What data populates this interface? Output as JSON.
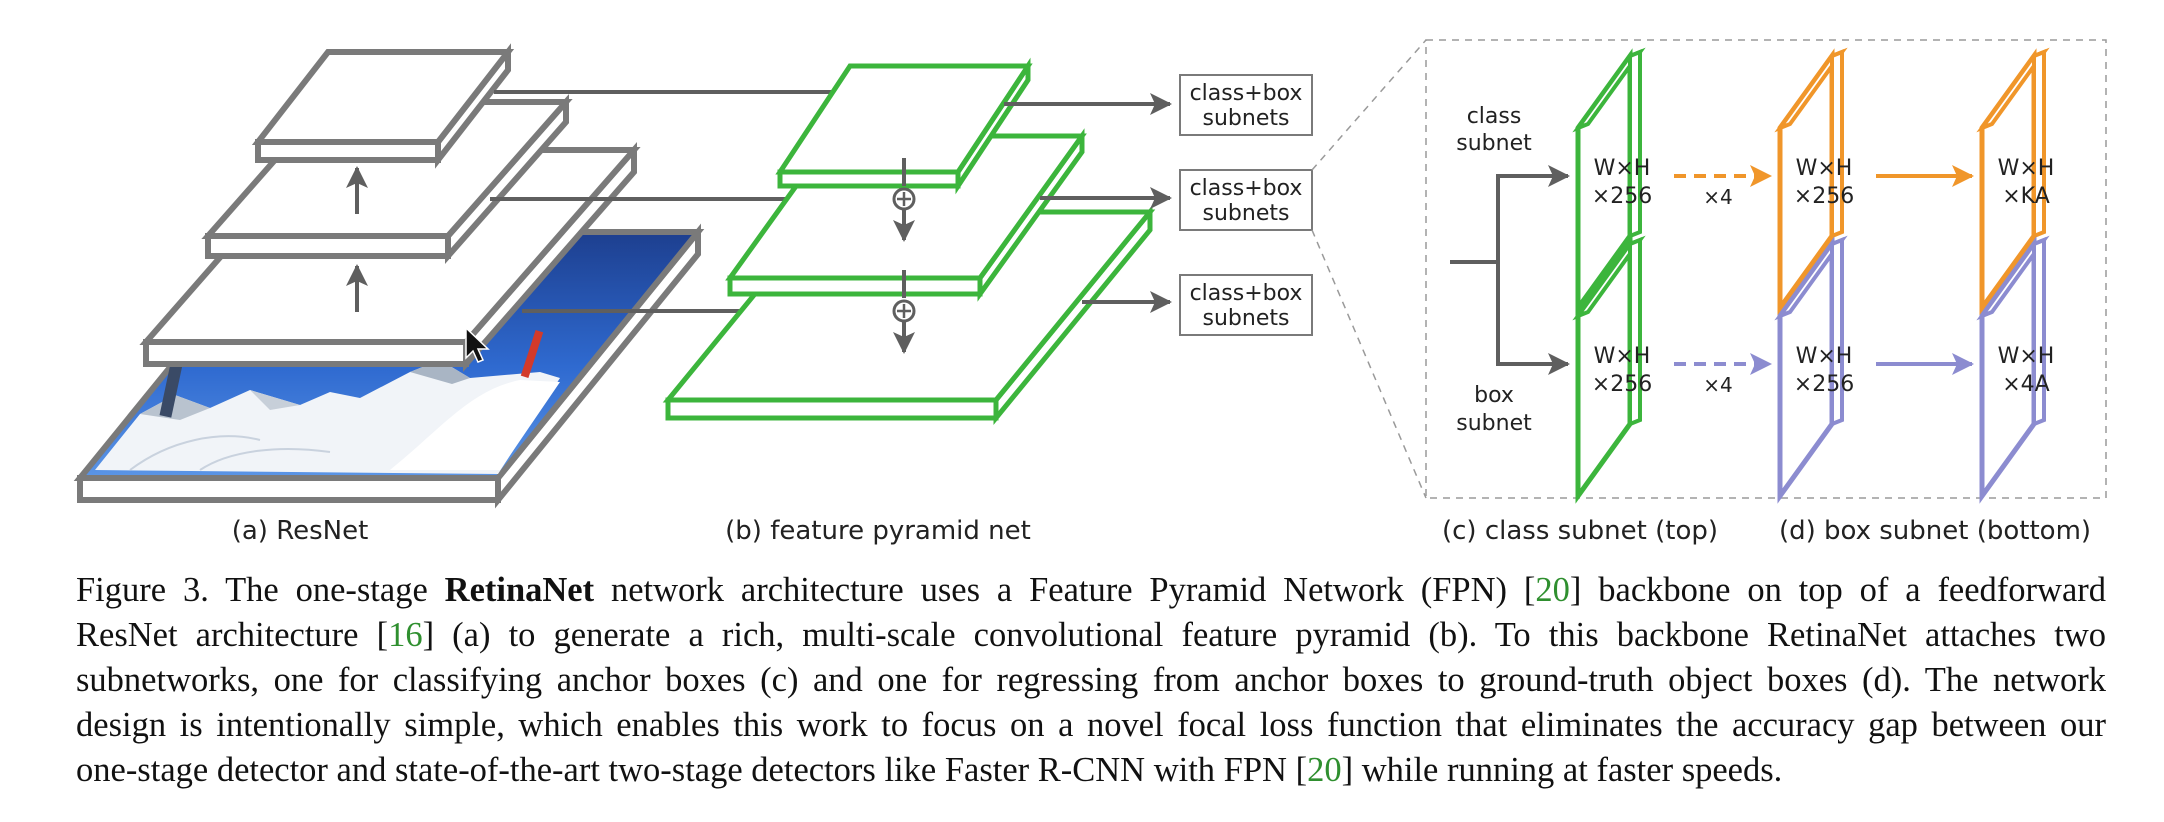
{
  "colors": {
    "resnet": "#7a7a7a",
    "fpn": "#3cb53c",
    "class_accent": "#f0962a",
    "box_accent": "#8c8cd0",
    "arrow": "#5f5f5f",
    "dash_box": "#9a9a9a",
    "ref_link": "#2f8f2f"
  },
  "labels": {
    "resnet": "(a) ResNet",
    "fpn": "(b) feature pyramid net",
    "class_subnet": "(c) class subnet (top)",
    "box_subnet": "(d) box subnet (bottom)"
  },
  "subnet_boxes": [
    {
      "line1": "class+box",
      "line2": "subnets"
    },
    {
      "line1": "class+box",
      "line2": "subnets"
    },
    {
      "line1": "class+box",
      "line2": "subnets"
    }
  ],
  "branches": {
    "class": {
      "line1": "class",
      "line2": "subnet"
    },
    "box": {
      "line1": "box",
      "line2": "subnet"
    }
  },
  "maps": {
    "class_in": {
      "line1": "W×H",
      "line2": "×256"
    },
    "class_mid": {
      "line1": "W×H",
      "line2": "×256"
    },
    "class_out": {
      "line1": "W×H",
      "line2": "×KA"
    },
    "box_in": {
      "line1": "W×H",
      "line2": "×256"
    },
    "box_mid": {
      "line1": "W×H",
      "line2": "×256"
    },
    "box_out": {
      "line1": "W×H",
      "line2": "×4A"
    }
  },
  "repeat": {
    "class": "×4",
    "box": "×4"
  },
  "caption": {
    "lines": [
      [
        {
          "t": "Figure 3. The one-stage "
        },
        {
          "t": "RetinaNet",
          "s": "bold"
        },
        {
          "t": " network architecture uses a Feature Pyramid Network (FPN) ["
        },
        {
          "t": "20",
          "s": "ref"
        },
        {
          "t": "] backbone on top of a feedforward"
        }
      ],
      [
        {
          "t": "ResNet architecture ["
        },
        {
          "t": "16",
          "s": "ref"
        },
        {
          "t": "] (a) to generate a rich, multi-scale convolutional feature pyramid (b).  To this backbone RetinaNet attaches two"
        }
      ],
      [
        {
          "t": "subnetworks, one for classifying anchor boxes (c) and one for regressing from anchor boxes to ground-truth object boxes (d). The network"
        }
      ],
      [
        {
          "t": "design is intentionally simple, which enables this work to focus on a novel focal loss function that eliminates the accuracy gap between our"
        }
      ],
      [
        {
          "t": "one-stage detector and state-of-the-art two-stage detectors like Faster R-CNN with FPN ["
        },
        {
          "t": "20",
          "s": "ref"
        },
        {
          "t": "] while running at faster speeds."
        }
      ]
    ]
  }
}
